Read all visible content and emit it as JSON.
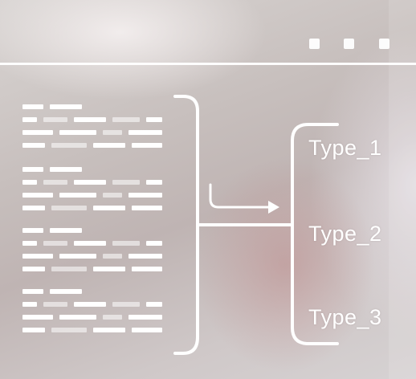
{
  "window": {
    "controls": [
      "window-dot",
      "window-dot",
      "window-dot"
    ]
  },
  "types": [
    {
      "label": "Type_1"
    },
    {
      "label": "Type_2"
    },
    {
      "label": "Type_3"
    }
  ],
  "icons": {
    "arrow": "curved-arrow-right-icon",
    "bracket_left": "right-bracket-icon",
    "bracket_right": "left-bracket-icon"
  },
  "colors": {
    "foreground": "#ffffff",
    "background_tone": "#c7bfbd"
  }
}
